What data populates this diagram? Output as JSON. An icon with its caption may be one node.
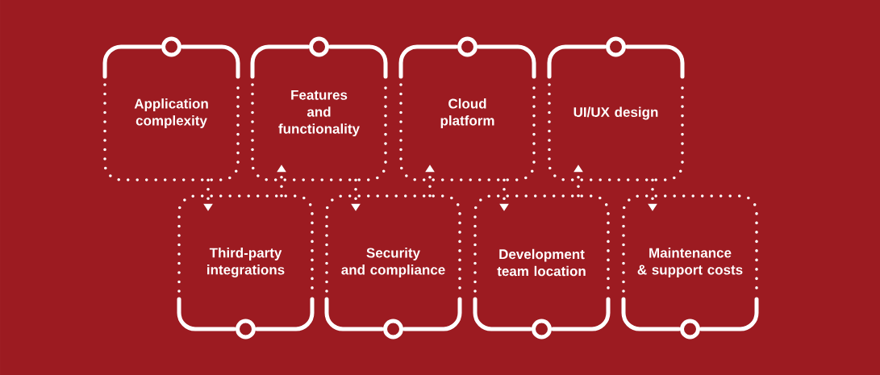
{
  "diagram": {
    "nodes": [
      {
        "text": [
          "Application complexity"
        ]
      },
      {
        "text": [
          "Third-party integrations"
        ]
      },
      {
        "text": [
          "Features and functionality"
        ]
      },
      {
        "text": [
          "Security and compliance"
        ]
      },
      {
        "text": [
          "Cloud platform"
        ]
      },
      {
        "text": [
          "Development team location"
        ]
      },
      {
        "text": [
          "UI/UX design"
        ]
      },
      {
        "text": [
          "Maintenance & support costs"
        ]
      }
    ],
    "edges": [
      {
        "from": 0,
        "to": 1,
        "arrow": "to"
      },
      {
        "from": 1,
        "to": 2,
        "arrow": "to"
      },
      {
        "from": 2,
        "to": 3,
        "arrow": "to"
      },
      {
        "from": 3,
        "to": 4,
        "arrow": "to"
      },
      {
        "from": 4,
        "to": 5,
        "arrow": "to"
      },
      {
        "from": 5,
        "to": 6,
        "arrow": "to"
      },
      {
        "from": 6,
        "to": 7,
        "arrow": "to"
      }
    ]
  }
}
